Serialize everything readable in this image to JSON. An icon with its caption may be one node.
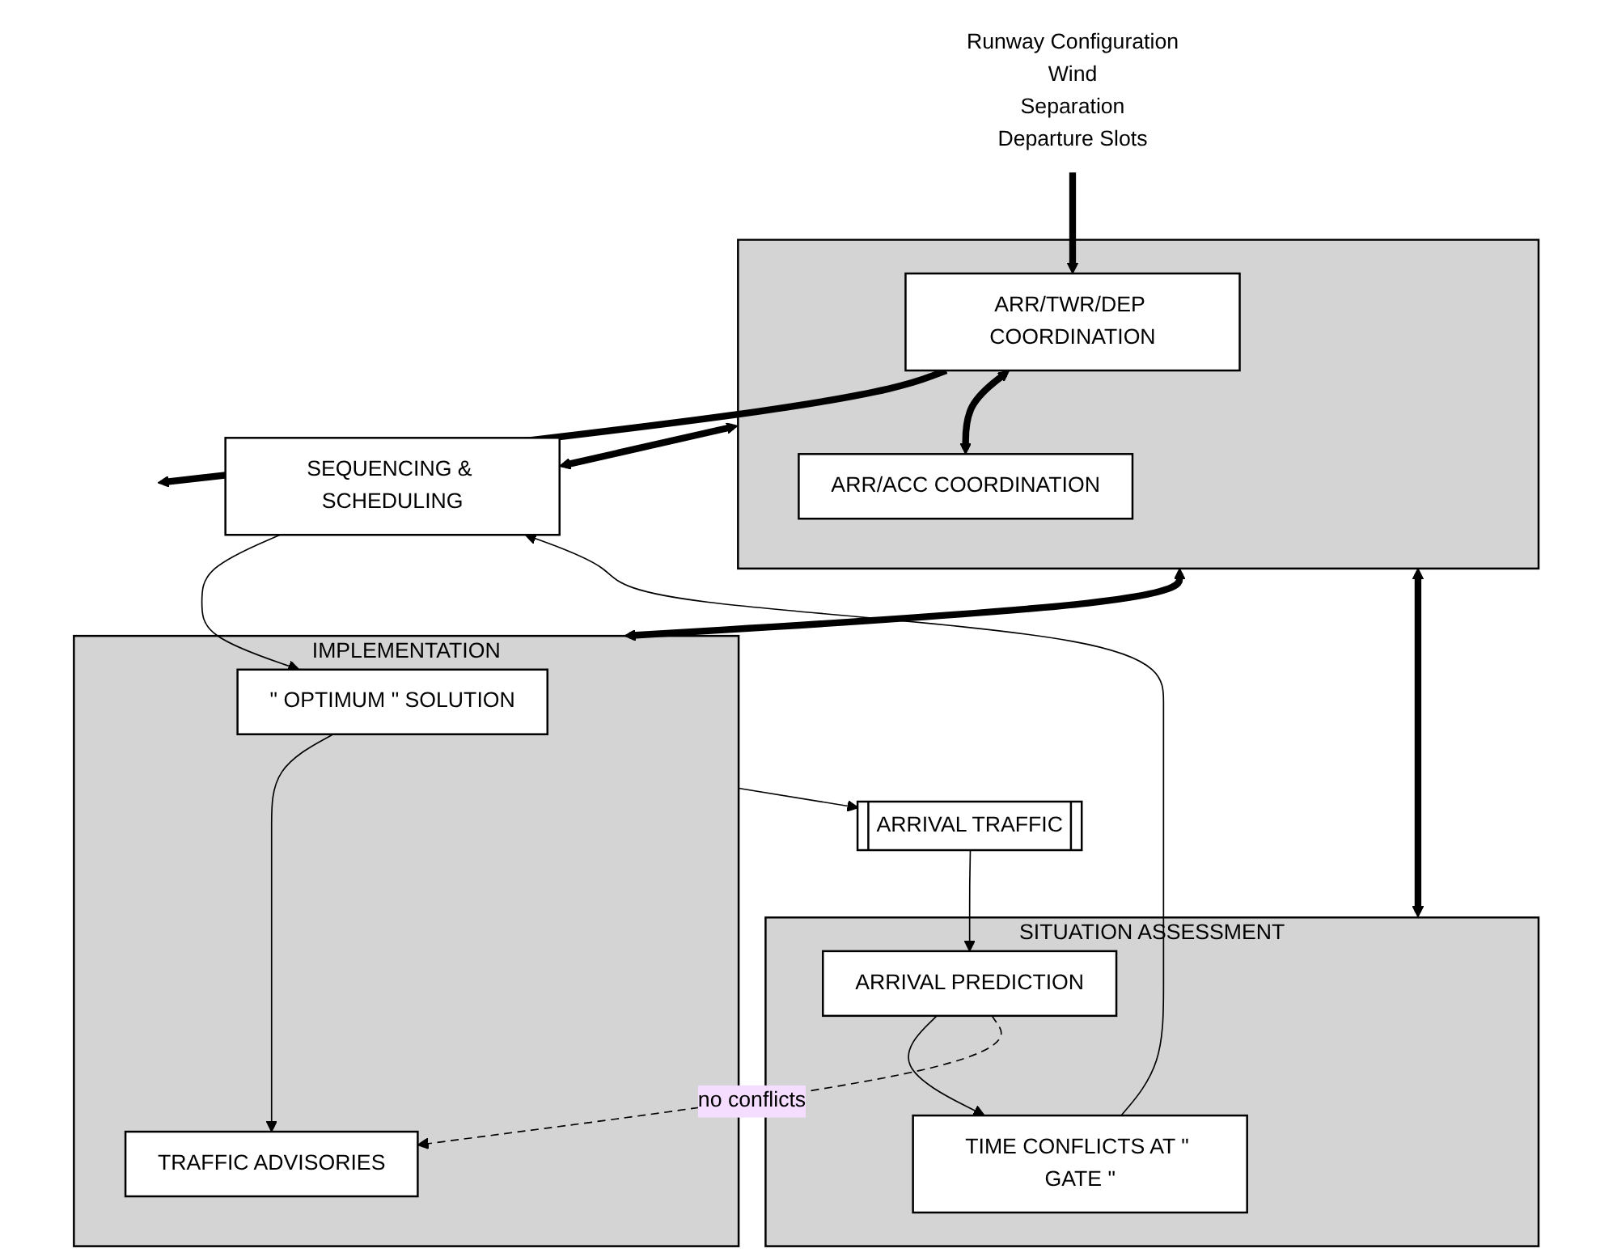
{
  "diagram": {
    "nodes": [
      {
        "text": [],
        "shape": "box"
      },
      {
        "text": [
          "ARR/TWR/DEP COORDINATION"
        ],
        "in": 0
      },
      {
        "text": [
          "ARR/ACC COORDINATION"
        ],
        "in": 0
      },
      {
        "text": [
          "Runway Configuration",
          "Wind",
          "Separation",
          "Departure Slots"
        ]
      },
      {
        "text": [
          "SITUATION ASSESSMENT"
        ]
      },
      {
        "text": [
          "TIME CONFLICTS AT \" GATE \""
        ],
        "in": 4
      },
      {
        "text": [
          "ARRIVAL PREDICTION"
        ],
        "in": 4
      },
      {
        "text": [
          "SEQUENCING & SCHEDULING"
        ]
      },
      {
        "text": [
          "IMPLEMENTATION"
        ]
      },
      {
        "text": [
          "\" OPTIMUM \" SOLUTION"
        ],
        "in": 8
      },
      {
        "text": [
          "TRAFFIC ADVISORIES"
        ],
        "in": 8
      },
      {
        "text": [
          "ARRIVAL TRAFFIC"
        ]
      }
    ],
    "edges": [
      {
        "from": 3,
        "to": 1,
        "arrow": "to",
        "style": "thick"
      },
      {
        "from": 1,
        "to": null,
        "arrow": "to",
        "style": "thick"
      },
      {
        "from": 1,
        "to": 2,
        "arrow": "both",
        "style": "thick"
      },
      {
        "from": 4,
        "to": 0,
        "arrow": "both",
        "style": "thick"
      },
      {
        "from": 8,
        "to": 0,
        "arrow": "both",
        "style": "thick"
      },
      {
        "from": 0,
        "to": 7,
        "arrow": "both",
        "style": "thick"
      },
      {
        "from": 6,
        "to": 5,
        "arrow": "to"
      },
      {
        "from": 5,
        "to": 7,
        "arrow": "to"
      },
      {
        "from": 7,
        "to": 9,
        "arrow": "to"
      },
      {
        "from": 9,
        "to": 10,
        "arrow": "to"
      },
      {
        "from": 6,
        "to": 10,
        "arrow": "to",
        "style": "dashed",
        "label": "no conflicts"
      },
      {
        "from": 11,
        "to": 6,
        "arrow": "to"
      },
      {
        "from": 8,
        "to": 11,
        "arrow": "to"
      }
    ]
  }
}
